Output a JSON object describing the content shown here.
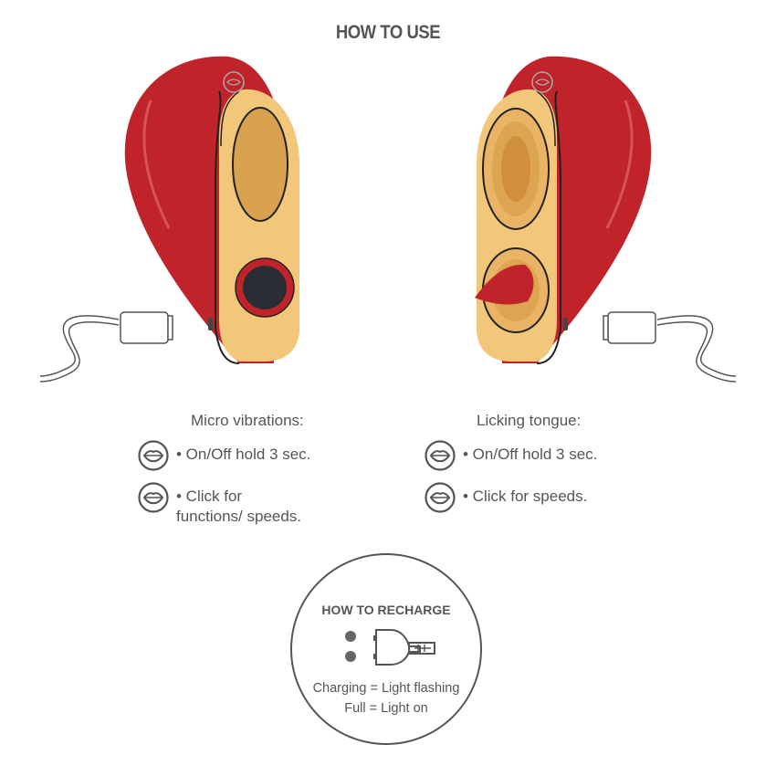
{
  "title": "HOW TO USE",
  "left": {
    "heading": "Micro vibrations:",
    "items": [
      {
        "icon": "lips-button-icon",
        "text": "• On/Off hold 3 sec."
      },
      {
        "icon": "lips-button-icon",
        "text_line1": "• Click for",
        "text_line2": "functions/ speeds."
      }
    ]
  },
  "right": {
    "heading": "Licking tongue:",
    "items": [
      {
        "icon": "lips-button-icon",
        "text": "• On/Off hold 3 sec."
      },
      {
        "icon": "lips-button-icon",
        "text": "• Click for speeds."
      }
    ]
  },
  "recharge": {
    "title": "HOW TO RECHARGE",
    "line1": "Charging = Light flashing",
    "line2": "Full = Light on"
  },
  "colors": {
    "body": "#c1232b",
    "panel": "#f2c77a",
    "inner": "#d9a24f",
    "text": "#555555"
  }
}
